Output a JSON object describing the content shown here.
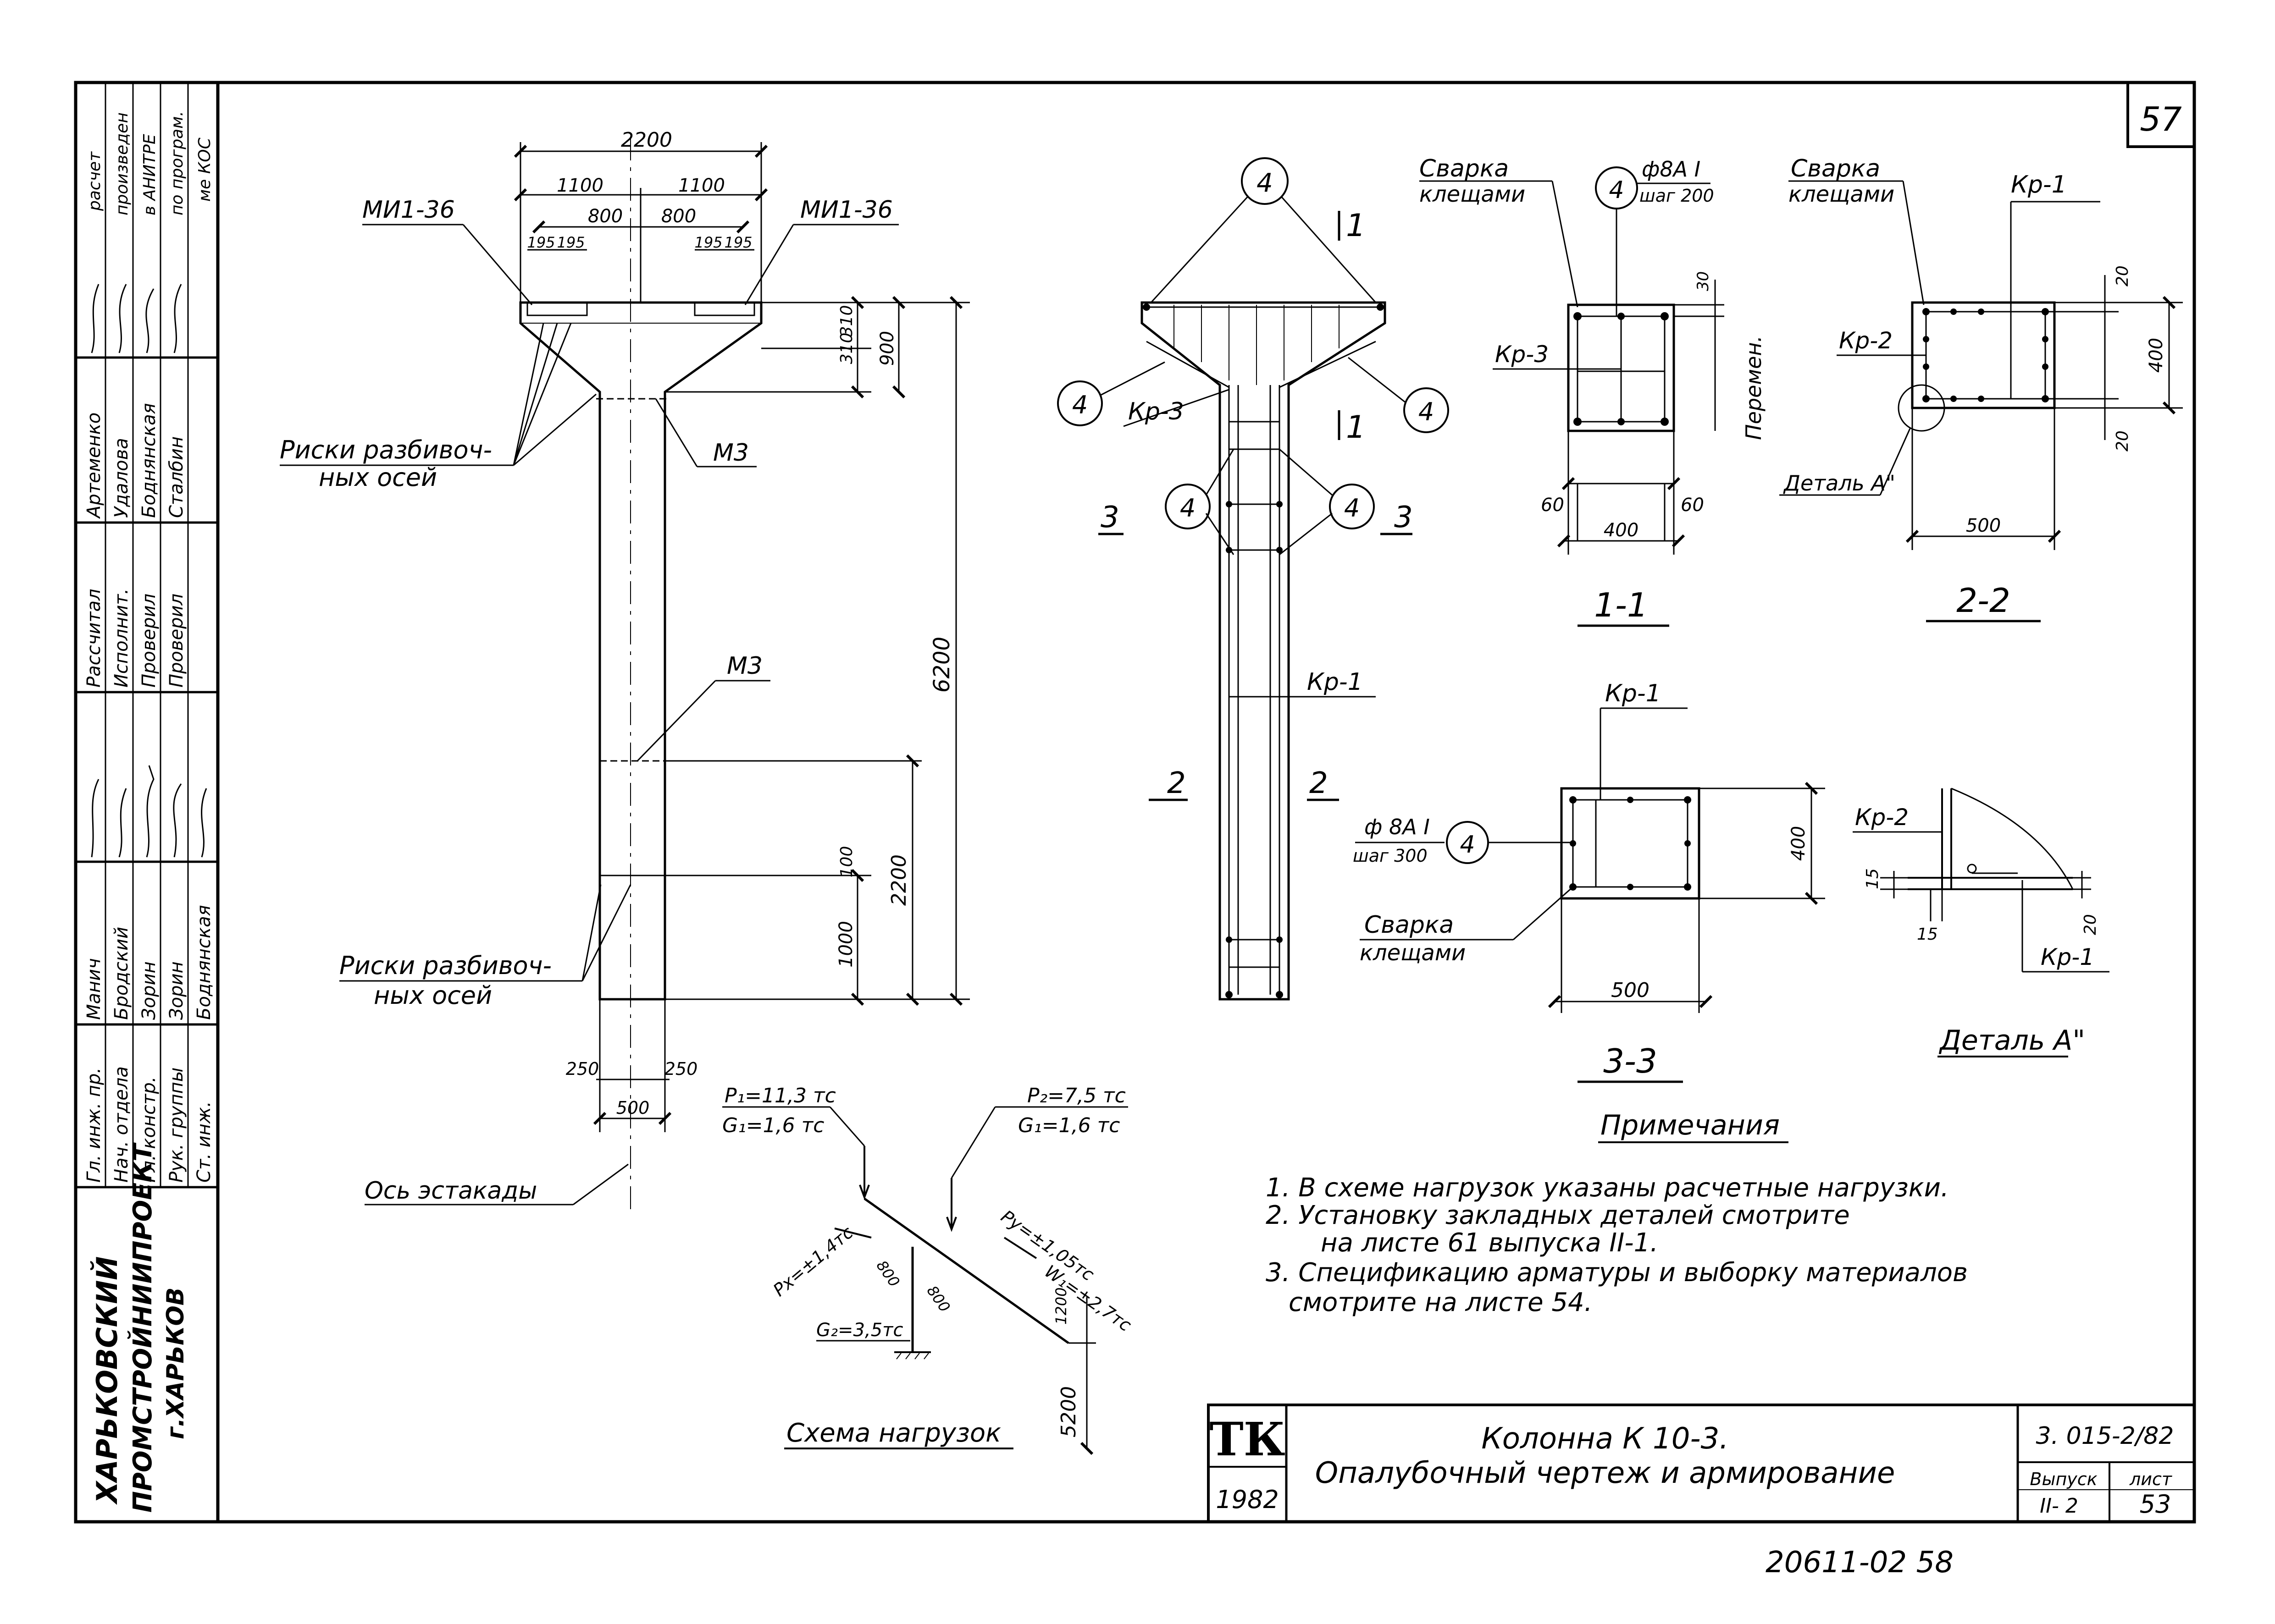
{
  "sheet": {
    "number": "57",
    "inventory": "20611-02  58"
  },
  "stamp": {
    "org_line1": "ХАРЬКОВСКИЙ",
    "org_line2": "ПРОМСТРОЙНИИПРОЕКТ",
    "org_line3": "г.ХАРЬКОВ",
    "roles_a": [
      "Гл. инж. пр.",
      "Нач. отдела",
      "Гл. констр.",
      "Рук. группы",
      "Ст. инж."
    ],
    "names_a": [
      "Манич",
      "Бродский",
      "Зорин",
      "Зорин",
      "Боднянская"
    ],
    "roles_b": [
      "Рассчитал",
      "Исполнит.",
      "Проверил",
      "Проверил"
    ],
    "names_b": [
      "Артеменко",
      "Удалова",
      "Боднянская",
      "Сталбин"
    ],
    "calc_note": [
      "расчет",
      "произведен",
      "в АНИТРЕ",
      "по програм.",
      "ме КОС"
    ]
  },
  "elevation": {
    "dims_top": [
      "2200",
      "1100",
      "1100",
      "800",
      "800",
      "195",
      "195",
      "195",
      "195"
    ],
    "embedded": [
      "МИ1-36",
      "МИ1-36",
      "М3",
      "М3"
    ],
    "axis_marks": [
      "Риски разбивоч-",
      "ных осей",
      "Риски разбивоч-",
      "ных осей"
    ],
    "dims_side": [
      "310",
      "310",
      "900",
      "6200",
      "100",
      "2200",
      "1000"
    ],
    "dims_bottom": [
      "250",
      "250",
      "500"
    ],
    "axis_label": "Ось эстакады"
  },
  "rebar_view": {
    "marks": [
      "4",
      "4",
      "4",
      "4",
      "4"
    ],
    "cuts": [
      "1",
      "1",
      "3",
      "3",
      "2",
      "2"
    ],
    "labels": [
      "Кр-3",
      "Кр-1"
    ]
  },
  "section_1": {
    "title": "1-1",
    "weld": [
      "Сварка",
      "клещами"
    ],
    "bar": [
      "ф8А I",
      "шаг 200"
    ],
    "mark": "4",
    "cage": "Кр-3",
    "dims": [
      "30",
      "60",
      "60",
      "400"
    ],
    "var_label": "Перемен."
  },
  "section_2": {
    "title": "2-2",
    "weld": [
      "Сварка",
      "клещами"
    ],
    "cages": [
      "Кр-1",
      "Кр-2"
    ],
    "dims": [
      "20",
      "400",
      "20",
      "500"
    ],
    "detail": "Деталь А\""
  },
  "section_3": {
    "title": "3-3",
    "cage": "Кр-1",
    "bar": [
      "ф 8А I",
      "шаг 300"
    ],
    "mark": "4",
    "weld": [
      "Сварка",
      "клещами"
    ],
    "dims": [
      "400",
      "500"
    ]
  },
  "detail_a": {
    "title": "Деталь А\"",
    "labels": [
      "Кр-2",
      "Кр-1"
    ],
    "dims": [
      "15",
      "15",
      "20"
    ]
  },
  "loads": {
    "title": "Схема нагрузок",
    "p1": "P₁=11,3 тс",
    "g1a": "G₁=1,6  тс",
    "p2": "P₂=7,5 тс",
    "g1b": "G₁=1,6  тс",
    "px": "Px=±1,4тс",
    "py": "Py=±1,05тс",
    "w": "W₁=±2,7тс",
    "g2": "G₂=3,5тс",
    "dims": [
      "800",
      "800",
      "1200",
      "5200"
    ]
  },
  "notes": {
    "title": "Примечания",
    "items": [
      "1. В схеме  нагрузок  указаны расчетные  нагрузки.",
      "2. Установку  закладных  деталей  смотрите",
      "на  листе  61  выпуска  II-1.",
      "3. Спецификацию арматуры и выборку материалов",
      "смотрите  на  листе 54."
    ]
  },
  "title_block": {
    "logo": "ТК",
    "year": "1982",
    "title1": "Колонна  К 10-3.",
    "title2": "Опалубочный  чертеж  и  армирование",
    "code": "3. 015-2/82",
    "issue_label": "Выпуск",
    "issue_value": "II- 2",
    "sheet_label": "лист",
    "sheet_value": "53"
  }
}
